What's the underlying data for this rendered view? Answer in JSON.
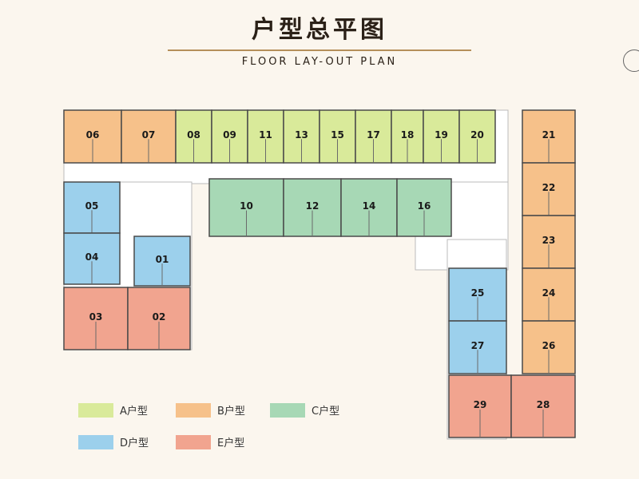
{
  "header": {
    "title": "户型总平图",
    "subtitle": "FLOOR LAY-OUT PLAN"
  },
  "colors": {
    "A": "#d9ea9a",
    "B": "#f6c18a",
    "C": "#a7d8b5",
    "D": "#9cd0ec",
    "E": "#f1a48f",
    "corridor": "#ffffff",
    "wall": "#4a4a4a"
  },
  "units": [
    {
      "label": "06",
      "type": "B"
    },
    {
      "label": "07",
      "type": "B"
    },
    {
      "label": "08",
      "type": "A"
    },
    {
      "label": "09",
      "type": "A"
    },
    {
      "label": "11",
      "type": "A"
    },
    {
      "label": "13",
      "type": "A"
    },
    {
      "label": "15",
      "type": "A"
    },
    {
      "label": "17",
      "type": "A"
    },
    {
      "label": "18",
      "type": "A"
    },
    {
      "label": "19",
      "type": "A"
    },
    {
      "label": "20",
      "type": "A"
    },
    {
      "label": "10",
      "type": "C"
    },
    {
      "label": "12",
      "type": "C"
    },
    {
      "label": "14",
      "type": "C"
    },
    {
      "label": "16",
      "type": "C"
    },
    {
      "label": "05",
      "type": "D"
    },
    {
      "label": "04",
      "type": "D"
    },
    {
      "label": "01",
      "type": "D"
    },
    {
      "label": "03",
      "type": "E"
    },
    {
      "label": "02",
      "type": "E"
    },
    {
      "label": "21",
      "type": "B"
    },
    {
      "label": "22",
      "type": "B"
    },
    {
      "label": "23",
      "type": "B"
    },
    {
      "label": "24",
      "type": "B"
    },
    {
      "label": "26",
      "type": "B"
    },
    {
      "label": "25",
      "type": "D"
    },
    {
      "label": "27",
      "type": "D"
    },
    {
      "label": "29",
      "type": "E"
    },
    {
      "label": "28",
      "type": "E"
    }
  ],
  "legend": [
    {
      "type": "A",
      "label": "A户型"
    },
    {
      "type": "B",
      "label": "B户型"
    },
    {
      "type": "C",
      "label": "C户型"
    },
    {
      "type": "D",
      "label": "D户型"
    },
    {
      "type": "E",
      "label": "E户型"
    }
  ]
}
